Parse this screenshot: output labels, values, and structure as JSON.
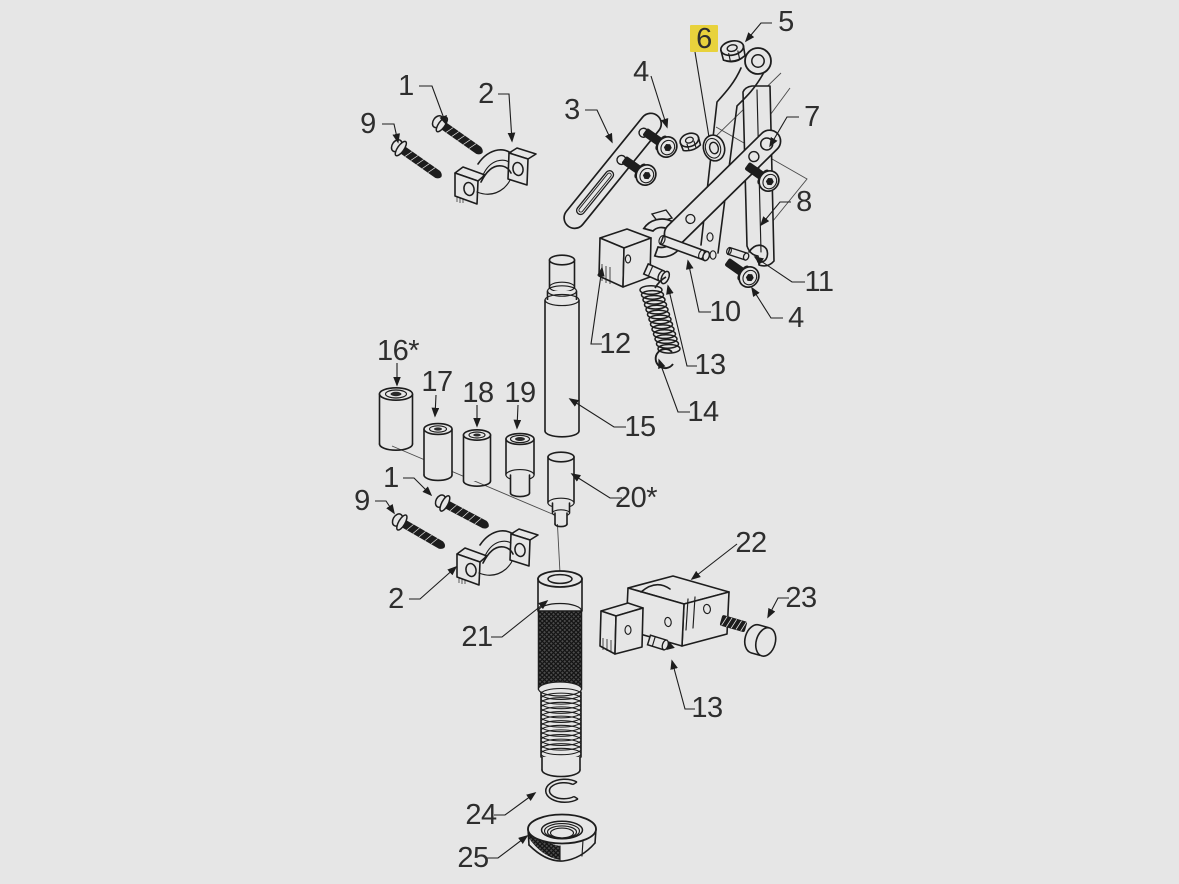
{
  "figure": {
    "kind": "exploded-parts-diagram",
    "background_color": "#e6e6e6",
    "line_color": "#1d1d1d",
    "label_color": "#2e2e2e",
    "highlight_color": "#e8d23c",
    "highlighted_callout": "6"
  },
  "callouts": [
    {
      "label": "1",
      "target": "button-head-screw-upper"
    },
    {
      "label": "2",
      "target": "saddle-clamp-upper"
    },
    {
      "label": "9",
      "target": "button-head-screw-long-upper"
    },
    {
      "label": "3",
      "target": "slotted-adjustment-arm"
    },
    {
      "label": "4",
      "target": "socket-head-cap-screw-upper"
    },
    {
      "label": "6",
      "target": "washer",
      "highlighted": true
    },
    {
      "label": "5",
      "target": "flange-nut"
    },
    {
      "label": "7",
      "target": "link-arm"
    },
    {
      "label": "8",
      "target": "flat-bar"
    },
    {
      "label": "11",
      "target": "hook-pin"
    },
    {
      "label": "4",
      "target": "socket-head-cap-screw-lower"
    },
    {
      "label": "10",
      "target": "cross-pin"
    },
    {
      "label": "12",
      "target": "pivot-block"
    },
    {
      "label": "13",
      "target": "spring-anchor-pin-upper"
    },
    {
      "label": "14",
      "target": "extension-spring"
    },
    {
      "label": "15",
      "target": "guide-tube"
    },
    {
      "label": "16*",
      "target": "bushing-large"
    },
    {
      "label": "17",
      "target": "bushing"
    },
    {
      "label": "18",
      "target": "bushing"
    },
    {
      "label": "19",
      "target": "bushing-stepped"
    },
    {
      "label": "20*",
      "target": "stepped-pilot-pin"
    },
    {
      "label": "1",
      "target": "button-head-screw-lower"
    },
    {
      "label": "9",
      "target": "button-head-screw-long-lower"
    },
    {
      "label": "2",
      "target": "saddle-clamp-lower"
    },
    {
      "label": "21",
      "target": "knurled-threaded-shaft"
    },
    {
      "label": "22",
      "target": "clamp-block"
    },
    {
      "label": "23",
      "target": "thumb-screw"
    },
    {
      "label": "13",
      "target": "spring-anchor-pin-lower"
    },
    {
      "label": "24",
      "target": "snap-ring"
    },
    {
      "label": "25",
      "target": "knurled-lock-nut"
    }
  ]
}
